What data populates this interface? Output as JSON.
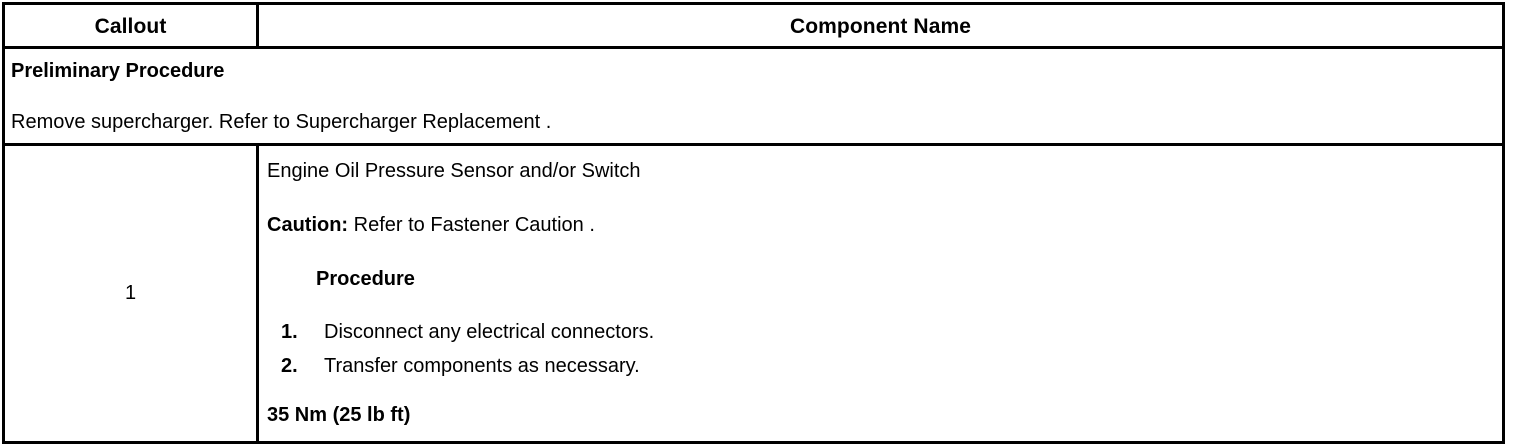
{
  "document": {
    "type": "service-procedure-table"
  },
  "table": {
    "columns": [
      {
        "key": "callout",
        "label": "Callout"
      },
      {
        "key": "component",
        "label": "Component Name"
      }
    ],
    "preliminary": {
      "title": "Preliminary Procedure",
      "body": "Remove supercharger. Refer to Supercharger Replacement ."
    },
    "rows": [
      {
        "callout": "1",
        "component_title": "Engine Oil Pressure Sensor and/or Switch",
        "caution_label": "Caution:",
        "caution_text": "Refer to Fastener Caution .",
        "procedure_heading": "Procedure",
        "steps": [
          {
            "number": "1.",
            "text": "Disconnect any electrical connectors."
          },
          {
            "number": "2.",
            "text": "Transfer components as necessary."
          }
        ],
        "torque": "35 Nm (25 lb ft)"
      }
    ]
  },
  "colors": {
    "border": "#000000",
    "text": "#000000",
    "background": "#ffffff"
  }
}
